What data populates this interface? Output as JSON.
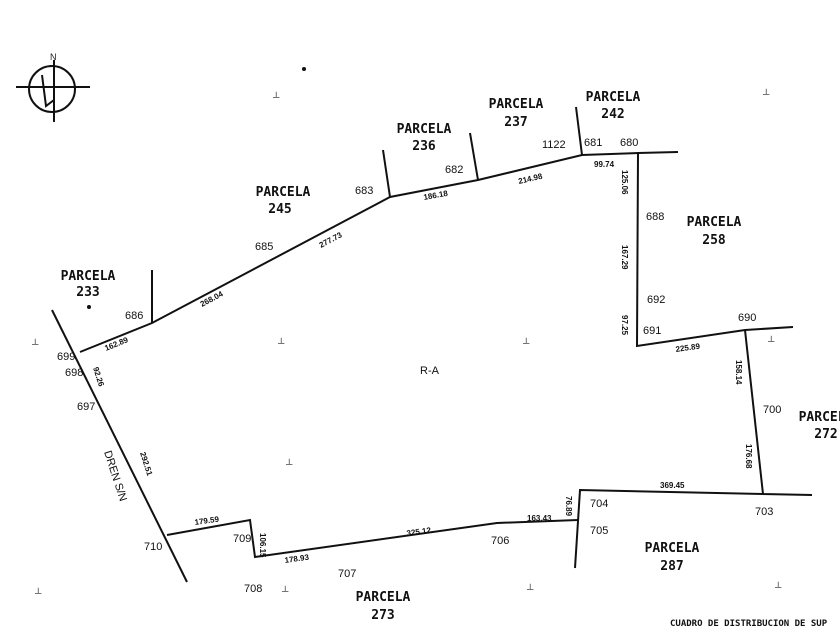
{
  "north_arrow": {
    "label": "N"
  },
  "parcels": {
    "p233": {
      "label": "PARCELA",
      "num": "233"
    },
    "p245": {
      "label": "PARCELA",
      "num": "245"
    },
    "p236": {
      "label": "PARCELA",
      "num": "236"
    },
    "p237": {
      "label": "PARCELA",
      "num": "237"
    },
    "p242": {
      "label": "PARCELA",
      "num": "242"
    },
    "p258": {
      "label": "PARCELA",
      "num": "258"
    },
    "p272": {
      "label": "PARCELA",
      "num": "272"
    },
    "p287": {
      "label": "PARCELA",
      "num": "287"
    },
    "p273": {
      "label": "PARCELA",
      "num": "273"
    }
  },
  "area_label": "R-A",
  "drain_label": "DREN S/N",
  "vertices": [
    "699",
    "698",
    "697",
    "686",
    "685",
    "683",
    "682",
    "1122",
    "681",
    "680",
    "688",
    "692",
    "691",
    "690",
    "700",
    "703",
    "704",
    "705",
    "706",
    "707",
    "708",
    "709",
    "710"
  ],
  "distances": {
    "d1": "162.89",
    "d2": "268.04",
    "d3": "277.73",
    "d4": "186.18",
    "d5": "214.98",
    "d6": "99.74",
    "d7": "125.06",
    "d8": "167.29",
    "d9": "97.25",
    "d10": "225.89",
    "d11": "158.14",
    "d12": "176.68",
    "d13": "369.45",
    "d14": "76.89",
    "d15": "163.43",
    "d16": "325.12",
    "d17": "178.93",
    "d18": "106.15",
    "d19": "179.59",
    "d20": "292.51",
    "d21": "92.26"
  },
  "footer_text": "CUADRO DE DISTRIBUCION DE SUP"
}
